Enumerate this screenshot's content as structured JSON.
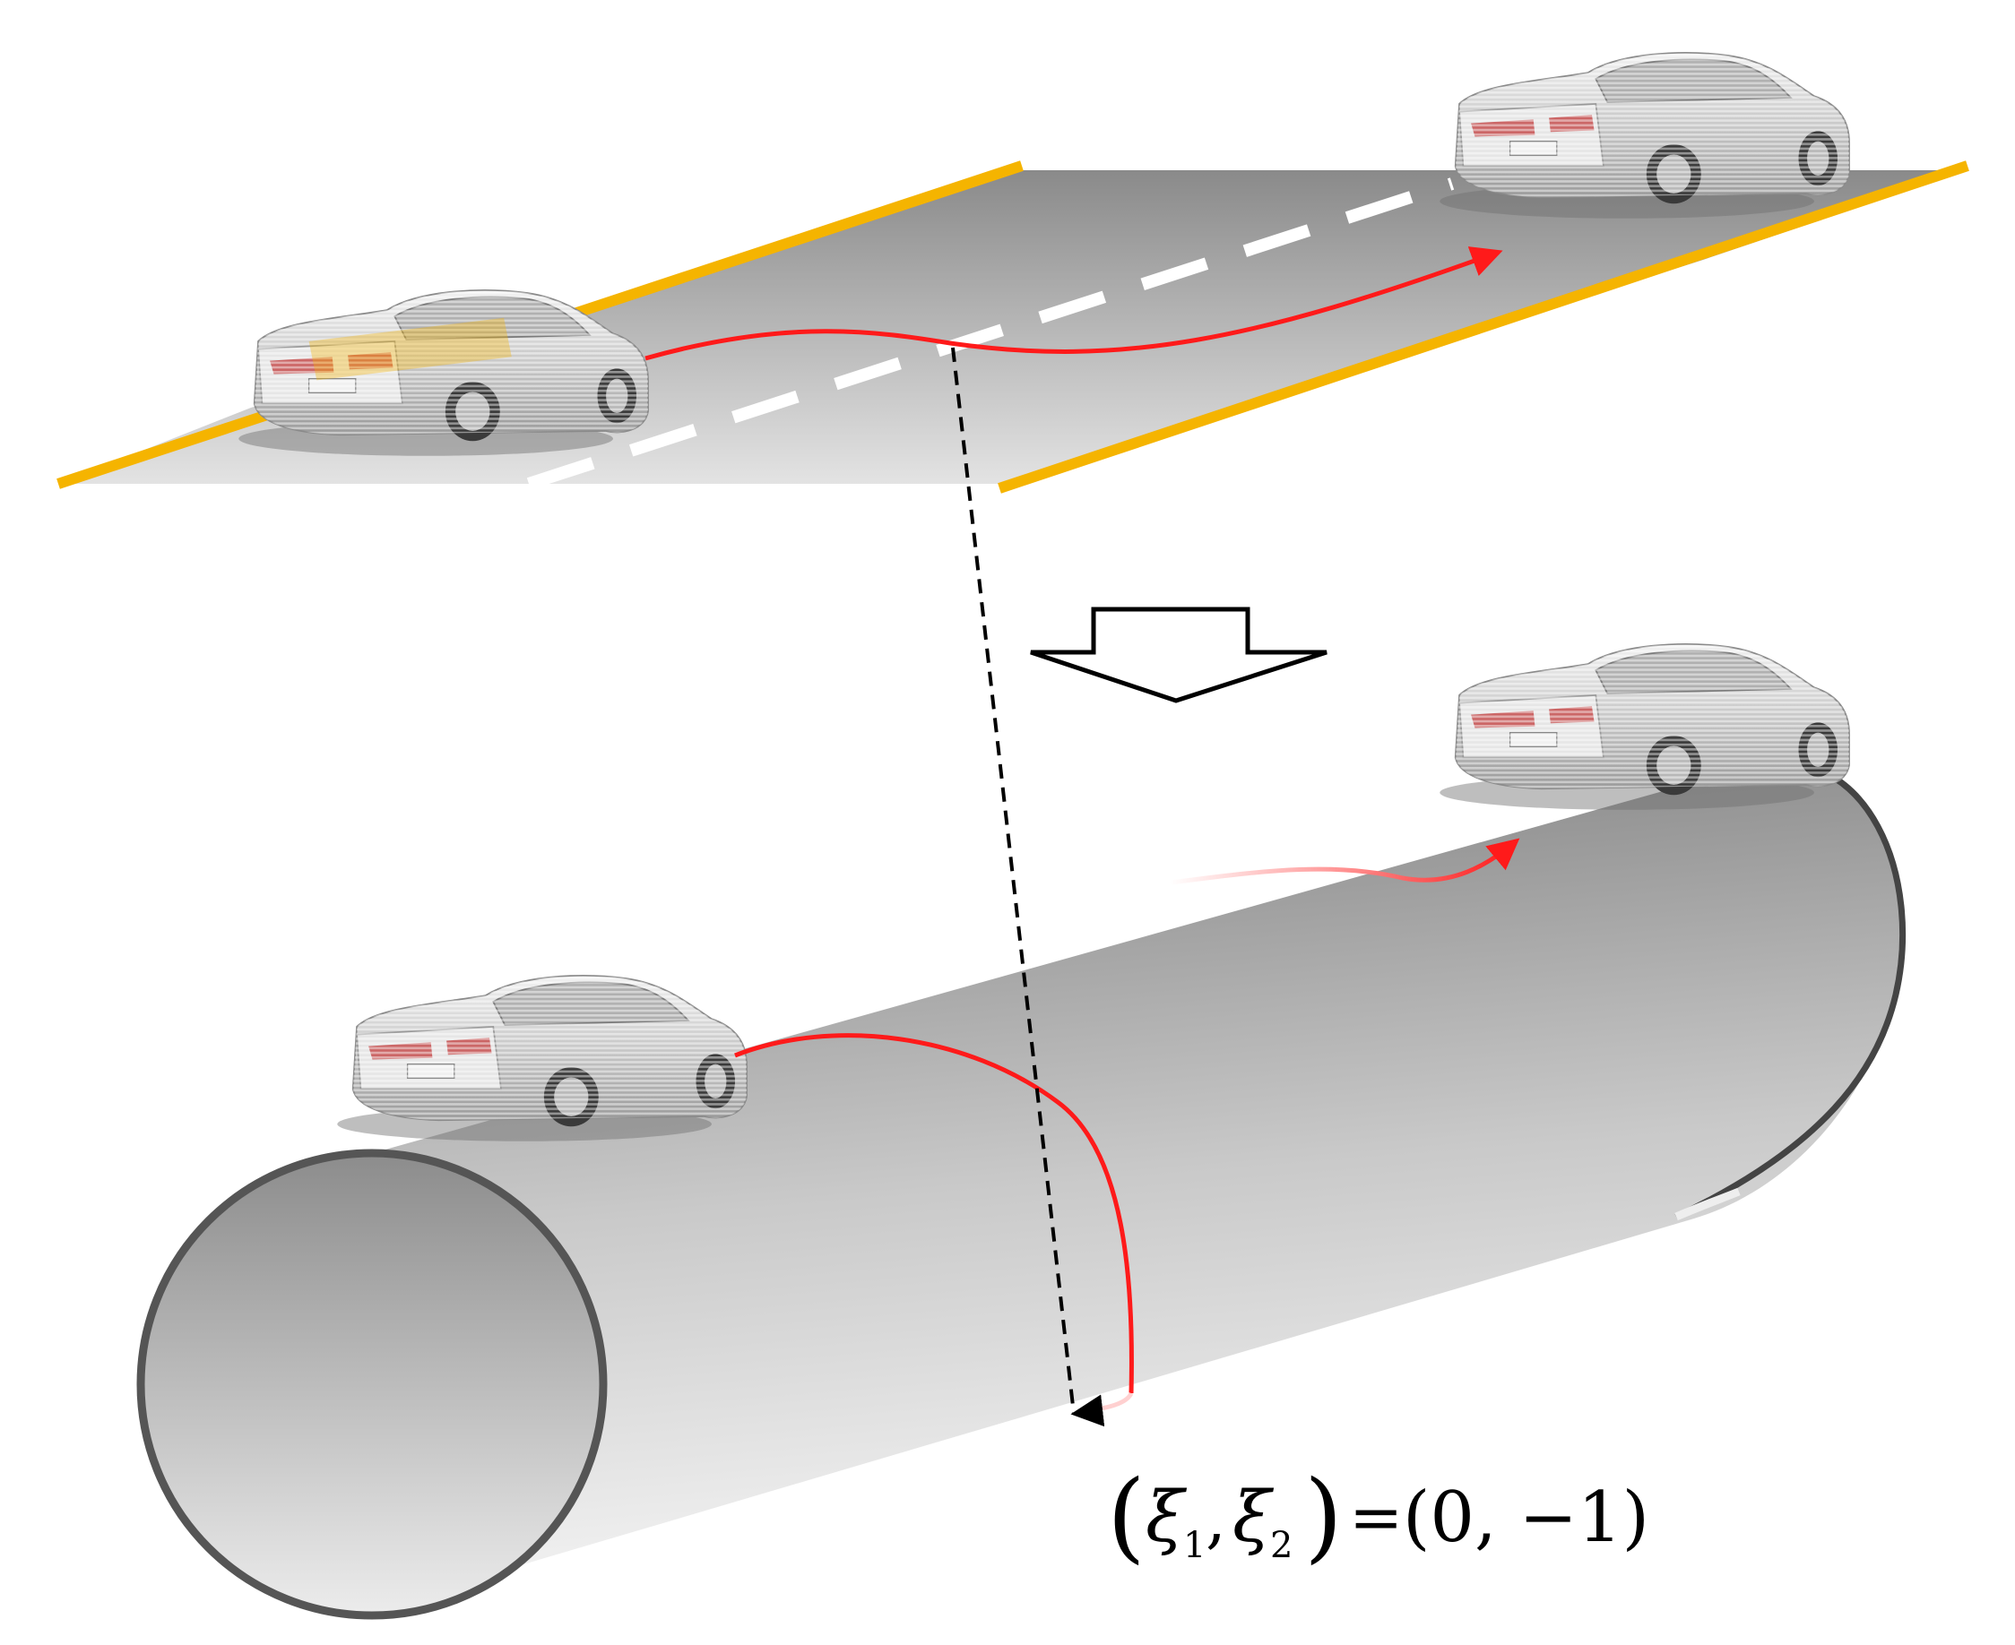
{
  "formula": {
    "lhs_open": "(",
    "xi1": "ξ",
    "sub1": "1",
    "comma1": ",",
    "xi2": "ξ",
    "sub2": "2",
    "lhs_close": ")",
    "equals": "=",
    "rhs": "(0, −1)"
  },
  "colors": {
    "lane_border": "#f5b400",
    "lane_marking": "#ffffff",
    "trajectory": "#ff1a1a",
    "projection_arrow": "#000000",
    "cylinder_outline": "#555555",
    "car_body": "#cfcfcf"
  },
  "icons": {
    "transform_arrow": "hollow-down-arrow-icon",
    "car": "car-icon"
  }
}
